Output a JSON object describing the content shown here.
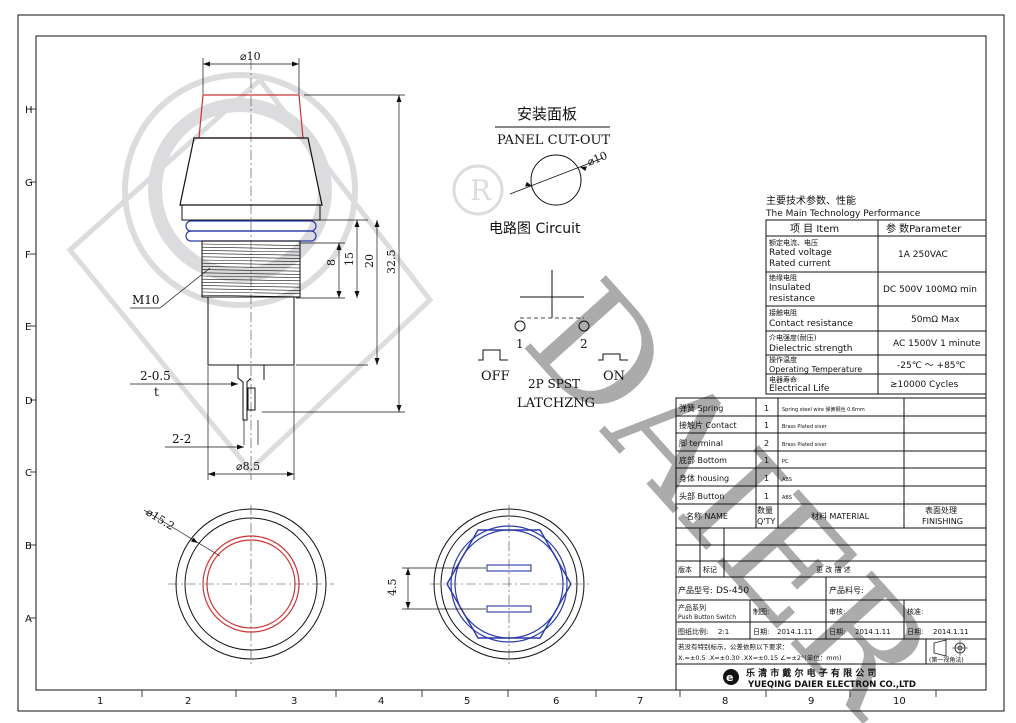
{
  "frame": {
    "row_labels": [
      "H",
      "G",
      "F",
      "E",
      "D",
      "C",
      "B",
      "A"
    ],
    "col_labels": [
      "1",
      "2",
      "3",
      "4",
      "5",
      "6",
      "7",
      "8",
      "9",
      "10"
    ]
  },
  "watermark": {
    "text": "DAIER"
  },
  "side_view": {
    "dim_top": "⌀10",
    "dim_8": "8",
    "dim_15": "15",
    "dim_20": "20",
    "dim_32": "32.5",
    "thread": "M10",
    "pin_t": "2-0.5",
    "pin_t2": "t",
    "pin_w": "2-2",
    "dim_bottom": "⌀8.5"
  },
  "bottom_views": {
    "dia_label": "⌀15.2",
    "dim_45": "4.5"
  },
  "panel": {
    "title_cn": "安装面板",
    "title_en": "PANEL CUT-OUT",
    "dia": "⌀10"
  },
  "circuit": {
    "title": "电路图 Circuit",
    "pin1": "1",
    "pin2": "2",
    "off": "OFF",
    "on": "ON",
    "type1": "2P SPST",
    "type2": "LATCHZNG"
  },
  "tech": {
    "title_cn": "主要技术参数、性能",
    "title_en": "The Main Technology Performance",
    "head_item": "项 目 Item",
    "head_param": "参 数Parameter",
    "rows": [
      {
        "cn": "额定电流、电压",
        "en1": "Rated voltage",
        "en2": "Rated current",
        "value": "1A 250VAC"
      },
      {
        "cn": "绝缘电阻",
        "en1": "Insulated",
        "en2": "resistance",
        "value": "DC 500V 100MΩ min"
      },
      {
        "cn": "接触电阻",
        "en1": "Contact resistance",
        "en2": "",
        "value": "50mΩ Max"
      },
      {
        "cn": "介电强度(耐压)",
        "en1": "Dielectric strength",
        "en2": "",
        "value": "AC 1500V 1 minute"
      },
      {
        "cn": "操作温度",
        "en1": "Operating Temperature",
        "en2": "",
        "value": "-25℃ ～ +85℃"
      },
      {
        "cn": "电器寿命",
        "en1": "Electrical Life",
        "en2": "",
        "value": "≥10000 Cycles"
      }
    ]
  },
  "bom": {
    "rows": [
      {
        "name": "弹簧 Spring",
        "qty": "1",
        "material": "Spring steel wire 弹簧钢丝 0.6mm"
      },
      {
        "name": "接触片 Contact",
        "qty": "1",
        "material": "Brass Plated siver"
      },
      {
        "name": "脚 terminal",
        "qty": "2",
        "material": "Brass Plated siver"
      },
      {
        "name": "底部 Bottom",
        "qty": "1",
        "material": "PC"
      },
      {
        "name": "身体 housing",
        "qty": "1",
        "material": "ABS"
      },
      {
        "name": "头部 Button",
        "qty": "1",
        "material": "ABS"
      }
    ],
    "head_name": "名称 NAME",
    "head_qty1": "数量",
    "head_qty2": "Q'TY",
    "head_material": "材料 MATERIAL",
    "head_finish1": "表面处理",
    "head_finish2": "FINISHING"
  },
  "title_block": {
    "version": "版本",
    "mark": "标记",
    "change": "更  改  描  述",
    "product_no_label": "产品型号:",
    "product_no": "DS-450",
    "material_no_label": "产品料号:",
    "series_label": "产品系列",
    "series": "Push Button Switch",
    "drawn": "制图:",
    "check": "审核:",
    "approve": "核准:",
    "scale_label": "图纸比例:",
    "scale": "2:1",
    "date_label": "日期:",
    "date": "2014.1.11",
    "tol_note": "若没有特别标示，公差依照以下要求：",
    "tol_values": "X.=±0.5   .X=±0.30   .XX=±0.15   ∠=±2°(单位：mm)",
    "angle_note": "(第一视角法)",
    "company_cn": "乐  清  市  戴  尔  电  子  有  限  公  司",
    "company_en": "YUEQING DAIER ELECTRON CO.,LTD"
  }
}
